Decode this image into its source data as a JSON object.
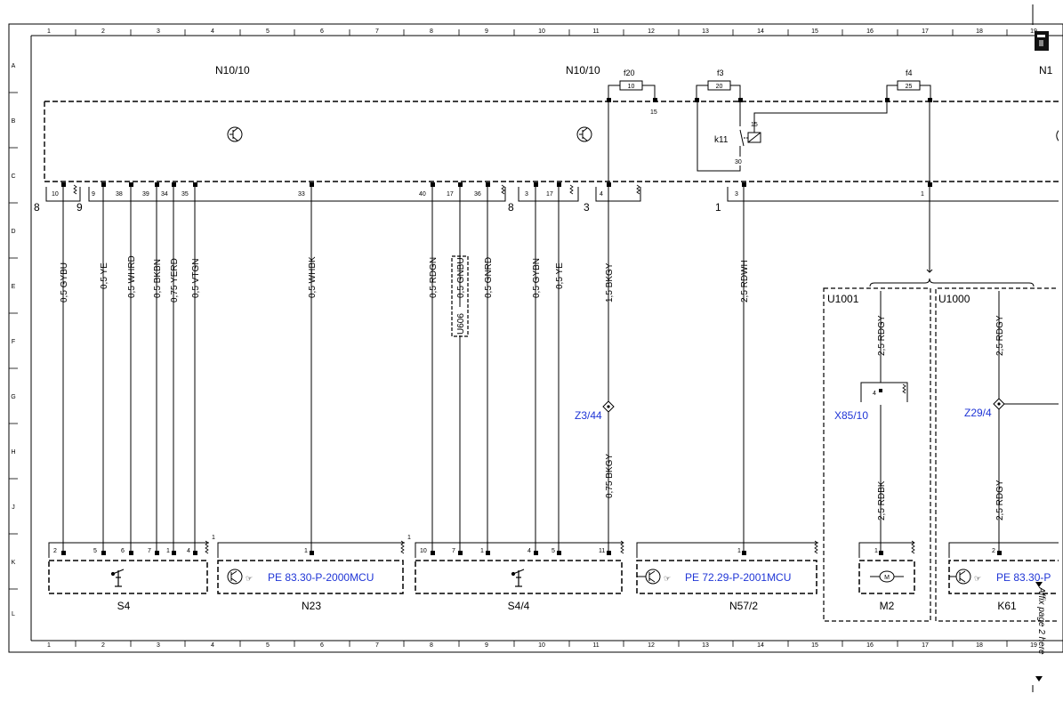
{
  "grid": {
    "columns": [
      "1",
      "2",
      "3",
      "4",
      "5",
      "6",
      "7",
      "8",
      "9",
      "10",
      "11",
      "12",
      "13",
      "14",
      "15",
      "16",
      "17",
      "18",
      "19"
    ],
    "rows": [
      "A",
      "B",
      "C",
      "D",
      "E",
      "F",
      "G",
      "H",
      "J",
      "K",
      "L"
    ]
  },
  "header_labels": {
    "n1010_left": "N10/10",
    "n1010_right": "N10/10",
    "n1_cut": "N1"
  },
  "fuses": [
    {
      "name": "f20",
      "value": "10"
    },
    {
      "name": "f3",
      "value": "20"
    },
    {
      "name": "f4",
      "value": "25"
    }
  ],
  "relay": {
    "name": "k11",
    "pin_top": "15",
    "pin_bottom": "30"
  },
  "fuse_pin_15": "15",
  "pins": {
    "p10": "10",
    "p9": "9",
    "p38": "38",
    "p39": "39",
    "p34": "34",
    "p35": "35",
    "p33": "33",
    "p40": "40",
    "p17a": "17",
    "p36": "36",
    "p3a": "3",
    "p17b": "17",
    "p4": "4",
    "p3b": "3",
    "p1": "1",
    "s4_2": "2",
    "s4_5": "5",
    "s4_6": "6",
    "s4_7": "7",
    "s4_1": "1",
    "s4_4": "4",
    "n23_1": "1",
    "s44_10": "10",
    "s44_7": "7",
    "s44_1": "1",
    "s44_4": "4",
    "s44_5": "5",
    "s44_11": "11",
    "n572_1": "1",
    "m2_1": "1",
    "x85_4": "4",
    "k61_2": "2"
  },
  "connector_labels": {
    "c8_left": "8",
    "c9": "9",
    "c8_mid": "8",
    "c3": "3",
    "c1": "1",
    "s4_corner": "1",
    "n23_corner": "1"
  },
  "wires": {
    "w1": "0,5 GYBU",
    "w2": "0,5 YE",
    "w3": "0,5 WHRD",
    "w4": "0,5 BKBN",
    "w5": "0,75 YERD",
    "w6": "0,5 VTGN",
    "w7": "0,5 WHBK",
    "w8": "0,5 RDGN",
    "w9": "0,5 GNBU",
    "w10": "0,5 GNRD",
    "w11": "0,5 GYBN",
    "w12": "0,5 YE",
    "w13": "1,5 BKGY",
    "w14": "0,75 BKGY",
    "w15": "2,5 RDWH",
    "w16": "2,5 RDGY",
    "w17": "2,5 RDBK",
    "w18": "2,5 RDGY",
    "w19": "2,5 RDGY"
  },
  "u606": "U606",
  "splices": {
    "z344": "Z3/44",
    "z294": "Z29/4"
  },
  "x8510": "X85/10",
  "groups": {
    "u1001": "U1001",
    "u1000": "U1000"
  },
  "components": {
    "s4": "S4",
    "n23": "N23",
    "s44": "S4/4",
    "n572": "N57/2",
    "m2": "M2",
    "k61": "K61"
  },
  "refs": {
    "n23": "PE 83.30-P-2000MCU",
    "n572": "PE 72.29-P-2001MCU",
    "k61": "PE 83.30-P"
  },
  "motor_letter": "M",
  "affix": "Affix page 2 here",
  "colors": {
    "link": "#1f35d6",
    "line": "#000000",
    "background": "#ffffff"
  }
}
